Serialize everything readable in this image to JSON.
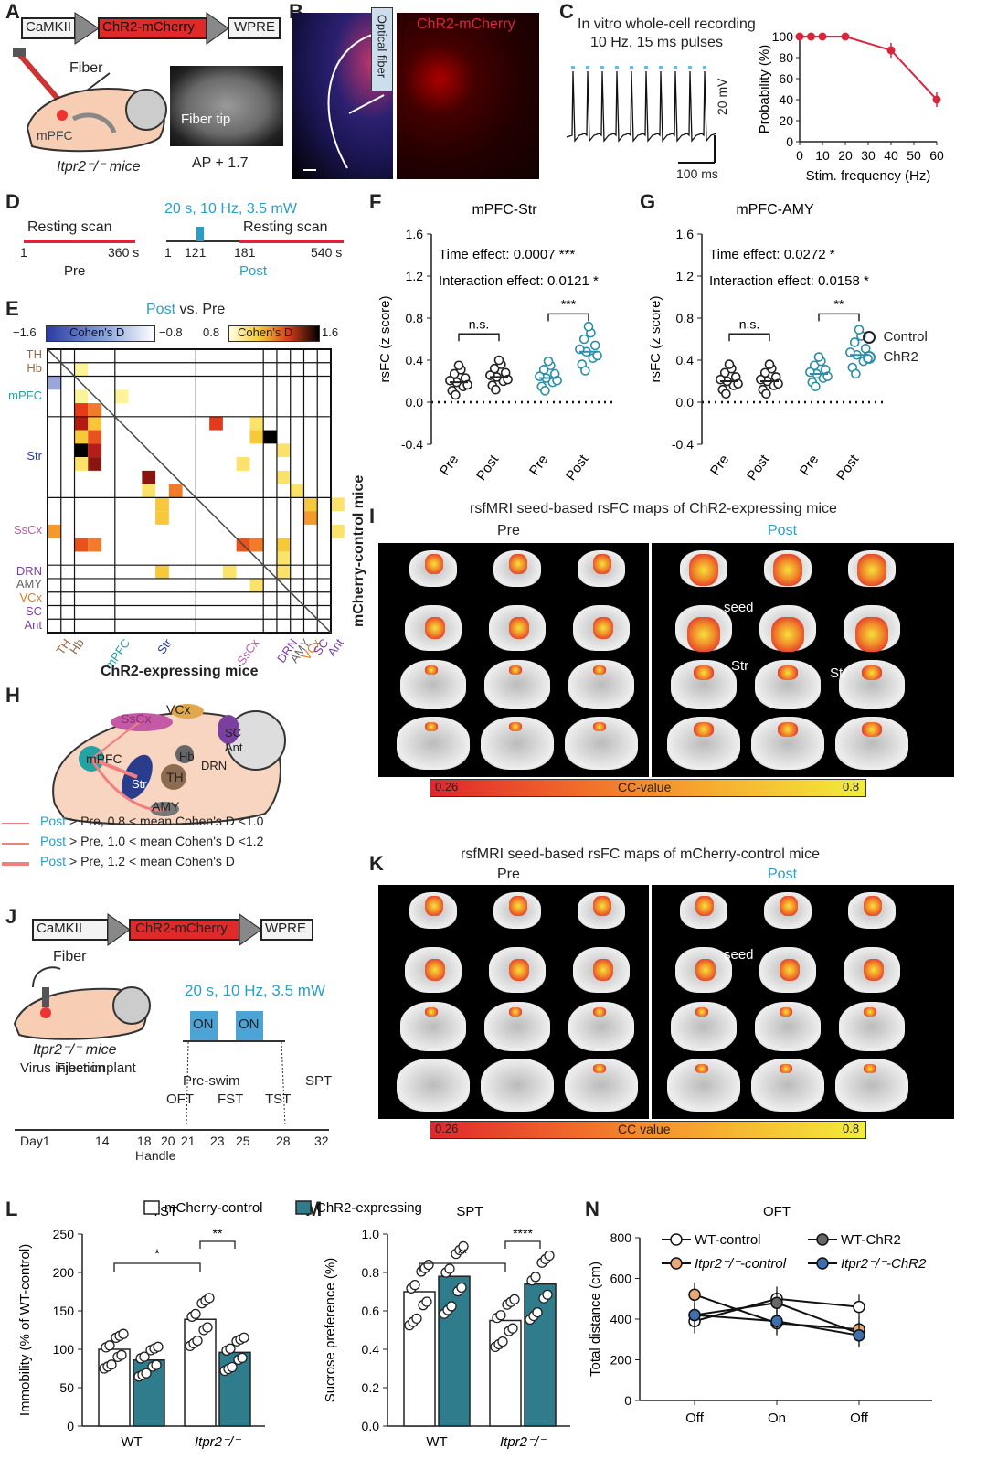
{
  "panel_labels": [
    "A",
    "B",
    "C",
    "D",
    "E",
    "F",
    "G",
    "H",
    "I",
    "J",
    "K",
    "L",
    "M",
    "N"
  ],
  "A": {
    "construct": [
      "CaMKII",
      "ChR2-mCherry",
      "WPRE"
    ],
    "fiber": "Fiber",
    "mpfc": "mPFC",
    "mice": "Itpr2⁻/⁻ mice",
    "fiber_tip": "Fiber tip",
    "ap": "AP + 1.7"
  },
  "B": {
    "optical_fiber": "Optical fiber",
    "chr2": "ChR2-mCherry"
  },
  "C": {
    "title1": "In vitro whole-cell recording",
    "title2": "10 Hz, 15 ms pulses",
    "scale_mv": "20 mV",
    "scale_ms": "100 ms",
    "chart_data": {
      "type": "line",
      "x": [
        0,
        5,
        10,
        20,
        40,
        60
      ],
      "values": [
        100,
        100,
        100,
        100,
        87,
        40
      ],
      "xlabel": "Stim. frequency (Hz)",
      "ylabel": "Probability (%)",
      "xlim": [
        0,
        60
      ],
      "ylim": [
        0,
        100
      ],
      "xticks": [
        "0",
        "10",
        "20",
        "30",
        "40",
        "50",
        "60"
      ],
      "yticks": [
        "0",
        "20",
        "40",
        "60",
        "80",
        "100"
      ],
      "color": "#d7263d"
    }
  },
  "D": {
    "stim": "20 s, 10 Hz, 3.5 mW",
    "pre_label": "Resting scan",
    "pre_start": "1",
    "pre_end": "360 s",
    "pre": "Pre",
    "post_label": "Resting scan",
    "post_ticks": [
      "1",
      "121",
      "181",
      "540 s"
    ],
    "post": "Post"
  },
  "E": {
    "title_post": "Post",
    "title_vs": " vs. Pre",
    "cb_left": "−1.6",
    "cb_mid_l": "−0.8",
    "cb_mid_r": "0.8",
    "cb_right": "1.6",
    "cb_label": "Cohen's D",
    "rows": [
      "TH",
      "Hb",
      "mPFC",
      "Str",
      "SsCx",
      "DRN",
      "AMY",
      "VCx",
      "SC",
      "Ant"
    ],
    "cols": [
      "TH",
      "Hb",
      "mPFC",
      "Str",
      "SsCx",
      "DRN",
      "AMY",
      "VCx",
      "SC",
      "Ant"
    ],
    "xlabel": "ChR2-expressing mice",
    "ylabel": "mCherry-control mice"
  },
  "F": {
    "chart_data": {
      "type": "scatter",
      "title": "mPFC-Str",
      "categories": [
        "Pre",
        "Post",
        "Pre",
        "Post"
      ],
      "ylabel": "rsFC (z score)",
      "ylim": [
        -0.4,
        1.6
      ],
      "yticks": [
        "1.6",
        "1.2",
        "0.8",
        "0.4",
        "0.0",
        "-0.4"
      ],
      "series": [
        {
          "name": "Control",
          "values": [
            0.19,
            0.24
          ]
        },
        {
          "name": "ChR2",
          "values": [
            0.23,
            0.48
          ]
        }
      ],
      "annotations": [
        "Time effect: 0.0007 ***",
        "Interaction effect: 0.0121 *",
        "n.s.",
        "***"
      ]
    }
  },
  "G": {
    "chart_data": {
      "type": "scatter",
      "title": "mPFC-AMY",
      "categories": [
        "Pre",
        "Post",
        "Pre",
        "Post"
      ],
      "ylabel": "rsFC (z score)",
      "ylim": [
        -0.4,
        1.6
      ],
      "yticks": [
        "1.6",
        "1.2",
        "0.8",
        "0.4",
        "0.0",
        "-0.4"
      ],
      "series": [
        {
          "name": "Control",
          "values": [
            0.2,
            0.2
          ]
        },
        {
          "name": "ChR2",
          "values": [
            0.27,
            0.45
          ]
        }
      ],
      "annotations": [
        "Time effect: 0.0272 *",
        "Interaction effect: 0.0158 *",
        "n.s.",
        "**"
      ]
    },
    "legend": [
      "Control",
      "ChR2"
    ]
  },
  "H": {
    "regions": [
      "SsCx",
      "VCx",
      "SC",
      "Ant",
      "Hb",
      "mPFC",
      "DRN",
      "TH",
      "Str",
      "AMY"
    ],
    "legend": [
      {
        "a": "Post",
        "b": " > Pre, 0.8 < mean Cohen's D <1.0"
      },
      {
        "a": "Post",
        "b": " > Pre, 1.0 < mean Cohen's D <1.2"
      },
      {
        "a": "Post",
        "b": " > Pre, 1.2 < mean Cohen's D"
      }
    ]
  },
  "I": {
    "title": "rsfMRI seed-based rsFC maps of ChR2-expressing mice",
    "pre": "Pre",
    "post": "Post",
    "seed": "seed",
    "str1": "Str",
    "str2": "Str",
    "cb_min": "0.26",
    "cb_label": "CC-value",
    "cb_max": "0.8"
  },
  "J": {
    "construct": [
      "CaMKII",
      "ChR2-mCherry",
      "WPRE"
    ],
    "fiber": "Fiber",
    "mice": "Itpr2⁻/⁻ mice",
    "stim": "20 s, 10 Hz, 3.5 mW",
    "on": "ON",
    "events": [
      "Virus injection",
      "Fiber implant",
      "Pre-swim",
      "OFT",
      "FST",
      "TST",
      "SPT"
    ],
    "days": [
      "Day1",
      "14",
      "18",
      "20",
      "21",
      "23",
      "25",
      "28",
      "32"
    ],
    "handle": "Handle"
  },
  "K": {
    "title": "rsfMRI seed-based rsFC maps of mCherry-control mice",
    "pre": "Pre",
    "post": "Post",
    "seed": "seed",
    "cb_min": "0.26",
    "cb_label": "CC value",
    "cb_max": "0.8"
  },
  "L": {
    "chart_data": {
      "type": "bar",
      "title": "TST",
      "categories": [
        "WT",
        "Itpr2⁻/⁻"
      ],
      "series": [
        {
          "name": "mCherry-control",
          "values": [
            100,
            139
          ]
        },
        {
          "name": "ChR2-expressing",
          "values": [
            86,
            96
          ]
        }
      ],
      "ylabel": "Immobility (% of WT-control)",
      "ylim": [
        0,
        250
      ],
      "yticks": [
        "250",
        "200",
        "150",
        "100",
        "50",
        "0"
      ],
      "annotations": [
        "*",
        "**"
      ]
    }
  },
  "M": {
    "chart_data": {
      "type": "bar",
      "title": "SPT",
      "categories": [
        "WT",
        "Itpr2⁻/⁻"
      ],
      "series": [
        {
          "name": "mCherry-control",
          "values": [
            0.7,
            0.55
          ]
        },
        {
          "name": "ChR2-expressing",
          "values": [
            0.78,
            0.74
          ]
        }
      ],
      "ylabel": "Sucrose preference (%)",
      "ylim": [
        0,
        1.0
      ],
      "yticks": [
        "1.0",
        "0.8",
        "0.6",
        "0.4",
        "0.2",
        "0.0"
      ],
      "annotations": [
        "**",
        "****"
      ]
    }
  },
  "N": {
    "chart_data": {
      "type": "line",
      "title": "OFT",
      "categories": [
        "Off",
        "On",
        "Off"
      ],
      "series": [
        {
          "name": "WT-control",
          "values": [
            390,
            500,
            460
          ]
        },
        {
          "name": "WT-ChR2",
          "values": [
            420,
            480,
            330
          ]
        },
        {
          "name": "Itpr2⁻/⁻-control",
          "values": [
            520,
            380,
            350
          ]
        },
        {
          "name": "Itpr2⁻/⁻-ChR2",
          "values": [
            420,
            390,
            320
          ]
        }
      ],
      "ylabel": "Total distance (cm)",
      "ylim": [
        0,
        800
      ],
      "yticks": [
        "800",
        "600",
        "400",
        "200",
        "0"
      ]
    }
  }
}
